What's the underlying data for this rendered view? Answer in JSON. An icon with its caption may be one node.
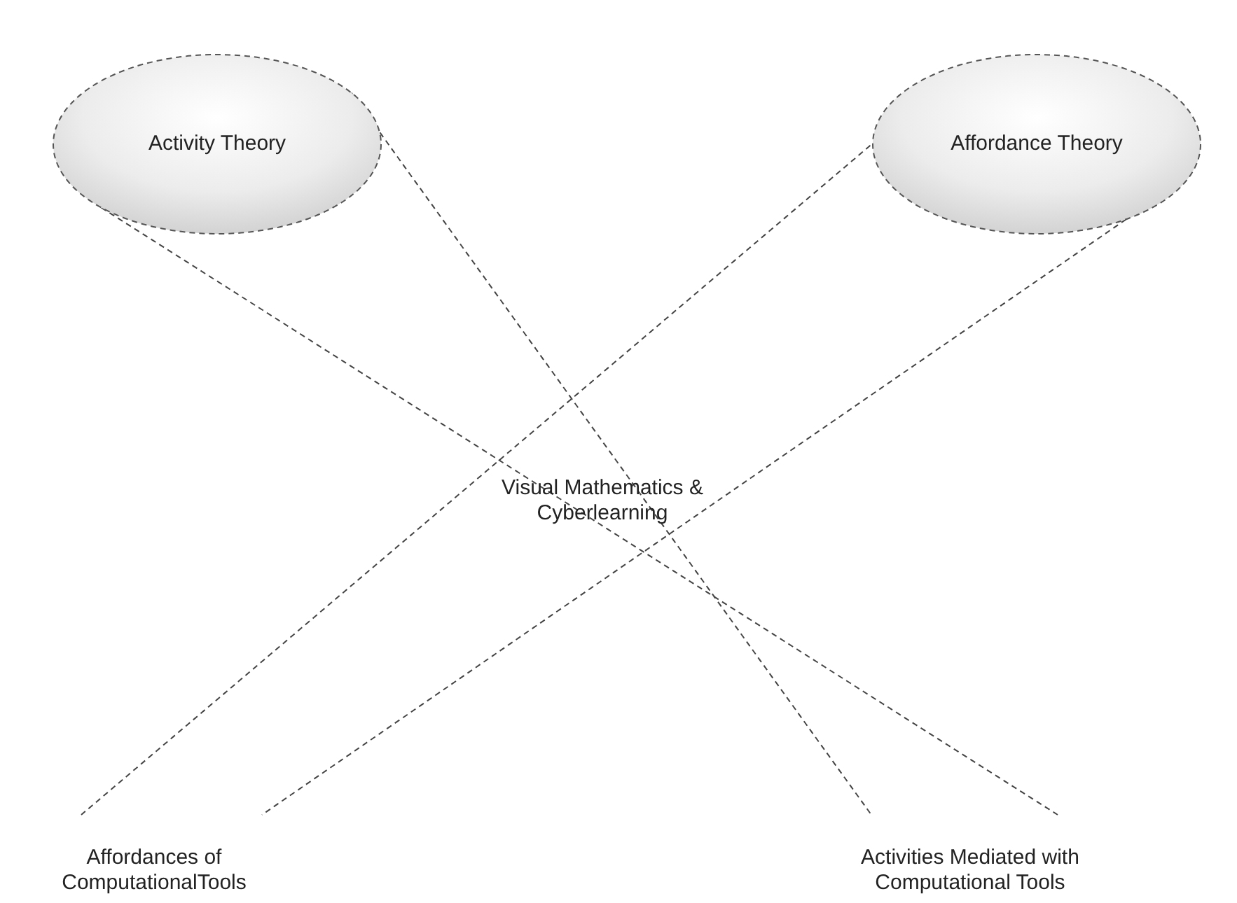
{
  "diagram": {
    "nodes": [
      {
        "text": [
          "Activity Theory"
        ]
      },
      {
        "text": [
          "Affordance Theory"
        ]
      },
      {
        "text": [
          "Visual Mathematics & Cyberlearning"
        ]
      },
      {
        "text": [
          "Affordances of ComputationalTools"
        ]
      },
      {
        "text": [
          "Activities Mediated with Computational Tools"
        ]
      }
    ],
    "edges": [
      {
        "from": 0,
        "to": 4,
        "arrow": "none",
        "style": "dashed"
      },
      {
        "from": 0,
        "to": 4,
        "arrow": "none",
        "style": "dashed"
      },
      {
        "from": 1,
        "to": 3,
        "arrow": "none",
        "style": "dashed"
      },
      {
        "from": 1,
        "to": 3,
        "arrow": "none",
        "style": "dashed"
      }
    ]
  }
}
